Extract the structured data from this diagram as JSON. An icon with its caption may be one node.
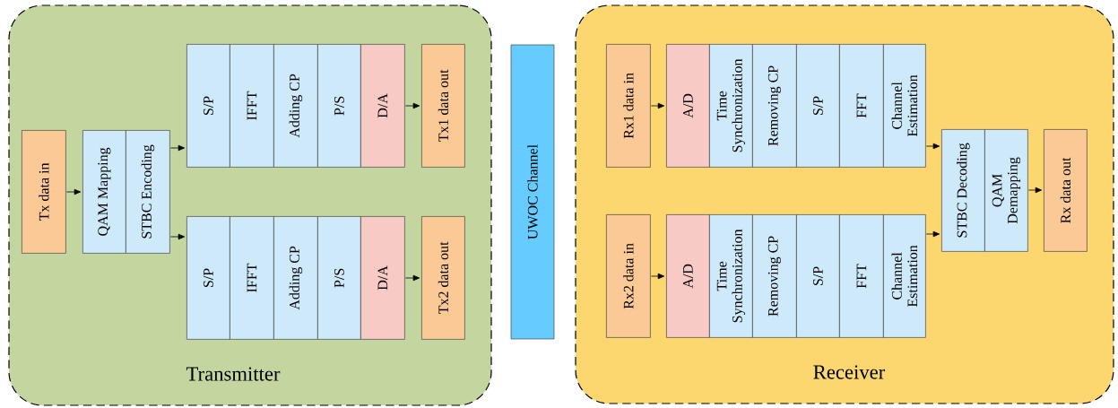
{
  "diagram": {
    "nodes": [
      {
        "text": [
          "Transmitter"
        ]
      },
      {
        "text": [
          "Tx data in"
        ],
        "in": 0
      },
      {
        "text": [
          "QAM Mapping"
        ],
        "in": 0
      },
      {
        "text": [
          "STBC Encoding"
        ],
        "in": 0
      },
      {
        "text": [
          "S/P"
        ],
        "in": 0
      },
      {
        "text": [
          "IFFT"
        ],
        "in": 0
      },
      {
        "text": [
          "Adding CP"
        ],
        "in": 0
      },
      {
        "text": [
          "P/S"
        ],
        "in": 0
      },
      {
        "text": [
          "D/A"
        ],
        "in": 0
      },
      {
        "text": [
          "Tx1 data out"
        ],
        "in": 0
      },
      {
        "text": [
          "S/P"
        ],
        "in": 0
      },
      {
        "text": [
          "IFFT"
        ],
        "in": 0
      },
      {
        "text": [
          "Adding CP"
        ],
        "in": 0
      },
      {
        "text": [
          "P/S"
        ],
        "in": 0
      },
      {
        "text": [
          "D/A"
        ],
        "in": 0
      },
      {
        "text": [
          "Tx2 data out"
        ],
        "in": 0
      },
      {
        "text": [
          "UWOC Channel"
        ]
      },
      {
        "text": [
          "Receiver"
        ]
      },
      {
        "text": [
          "Rx1 data in"
        ],
        "in": 17
      },
      {
        "text": [
          "A/D"
        ],
        "in": 17
      },
      {
        "text": [
          "Time Synchronization"
        ],
        "in": 17
      },
      {
        "text": [
          "Removing CP"
        ],
        "in": 17
      },
      {
        "text": [
          "S/P"
        ],
        "in": 17
      },
      {
        "text": [
          "FFT"
        ],
        "in": 17
      },
      {
        "text": [
          "Channel Estimation"
        ],
        "in": 17
      },
      {
        "text": [
          "Rx2 data in"
        ],
        "in": 17
      },
      {
        "text": [
          "A/D"
        ],
        "in": 17
      },
      {
        "text": [
          "Time Synchronization"
        ],
        "in": 17
      },
      {
        "text": [
          "Removing CP"
        ],
        "in": 17
      },
      {
        "text": [
          "S/P"
        ],
        "in": 17
      },
      {
        "text": [
          "FFT"
        ],
        "in": 17
      },
      {
        "text": [
          "Channel Estimation"
        ],
        "in": 17
      },
      {
        "text": [
          "STBC Decoding"
        ],
        "in": 17
      },
      {
        "text": [
          "QAM Demapping"
        ],
        "in": 17
      },
      {
        "text": [
          "Rx data out"
        ],
        "in": 17
      }
    ],
    "edges": [
      {
        "from": 1,
        "to": 2,
        "arrow": "to"
      },
      {
        "from": 3,
        "to": 4,
        "arrow": "to"
      },
      {
        "from": 3,
        "to": 10,
        "arrow": "to"
      },
      {
        "from": 8,
        "to": 9,
        "arrow": "to"
      },
      {
        "from": 14,
        "to": 15,
        "arrow": "to"
      },
      {
        "from": 18,
        "to": 19,
        "arrow": "to"
      },
      {
        "from": 25,
        "to": 26,
        "arrow": "to"
      },
      {
        "from": 24,
        "to": 32,
        "arrow": "to"
      },
      {
        "from": 31,
        "to": 32,
        "arrow": "to"
      },
      {
        "from": 33,
        "to": 34,
        "arrow": "to"
      }
    ]
  }
}
